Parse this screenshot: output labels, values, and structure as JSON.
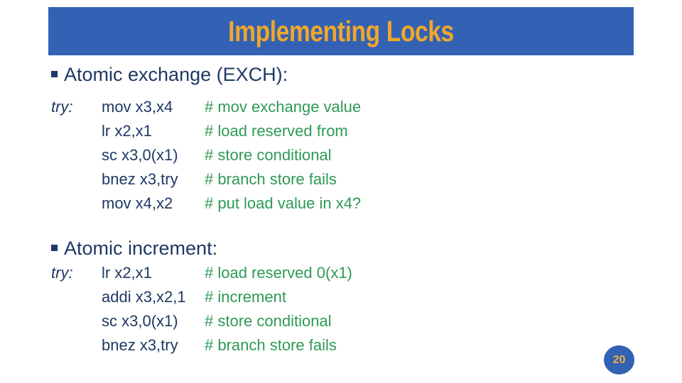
{
  "slide": {
    "title": "Implementing Locks",
    "page_number": "20",
    "colors": {
      "banner_blue": "#3362B5",
      "title_amber": "#F0A72A",
      "body_navy": "#1F3864",
      "comment_green": "#2E9A55",
      "badge_number": "#E8B33C"
    },
    "sections": [
      {
        "bullet": "Atomic exchange (EXCH):",
        "code": [
          {
            "label": "try:",
            "instruction": "mov x3,x4",
            "comment": "# mov exchange value"
          },
          {
            "label": "",
            "instruction": "lr x2,x1",
            "comment": "# load reserved from"
          },
          {
            "label": "",
            "instruction": "sc x3,0(x1)",
            "comment": "# store conditional"
          },
          {
            "label": "",
            "instruction": "bnez x3,try",
            "comment": "# branch store fails"
          },
          {
            "label": "",
            "instruction": "mov x4,x2",
            "comment": "# put load value in x4?"
          }
        ]
      },
      {
        "bullet": "Atomic increment:",
        "code": [
          {
            "label": "try:",
            "instruction": "lr x2,x1",
            "comment": "# load reserved 0(x1)"
          },
          {
            "label": "",
            "instruction": "addi x3,x2,1",
            "comment": "# increment"
          },
          {
            "label": "",
            "instruction": "sc x3,0(x1)",
            "comment": "# store conditional"
          },
          {
            "label": "",
            "instruction": "bnez x3,try",
            "comment": "# branch store fails"
          }
        ]
      }
    ]
  }
}
